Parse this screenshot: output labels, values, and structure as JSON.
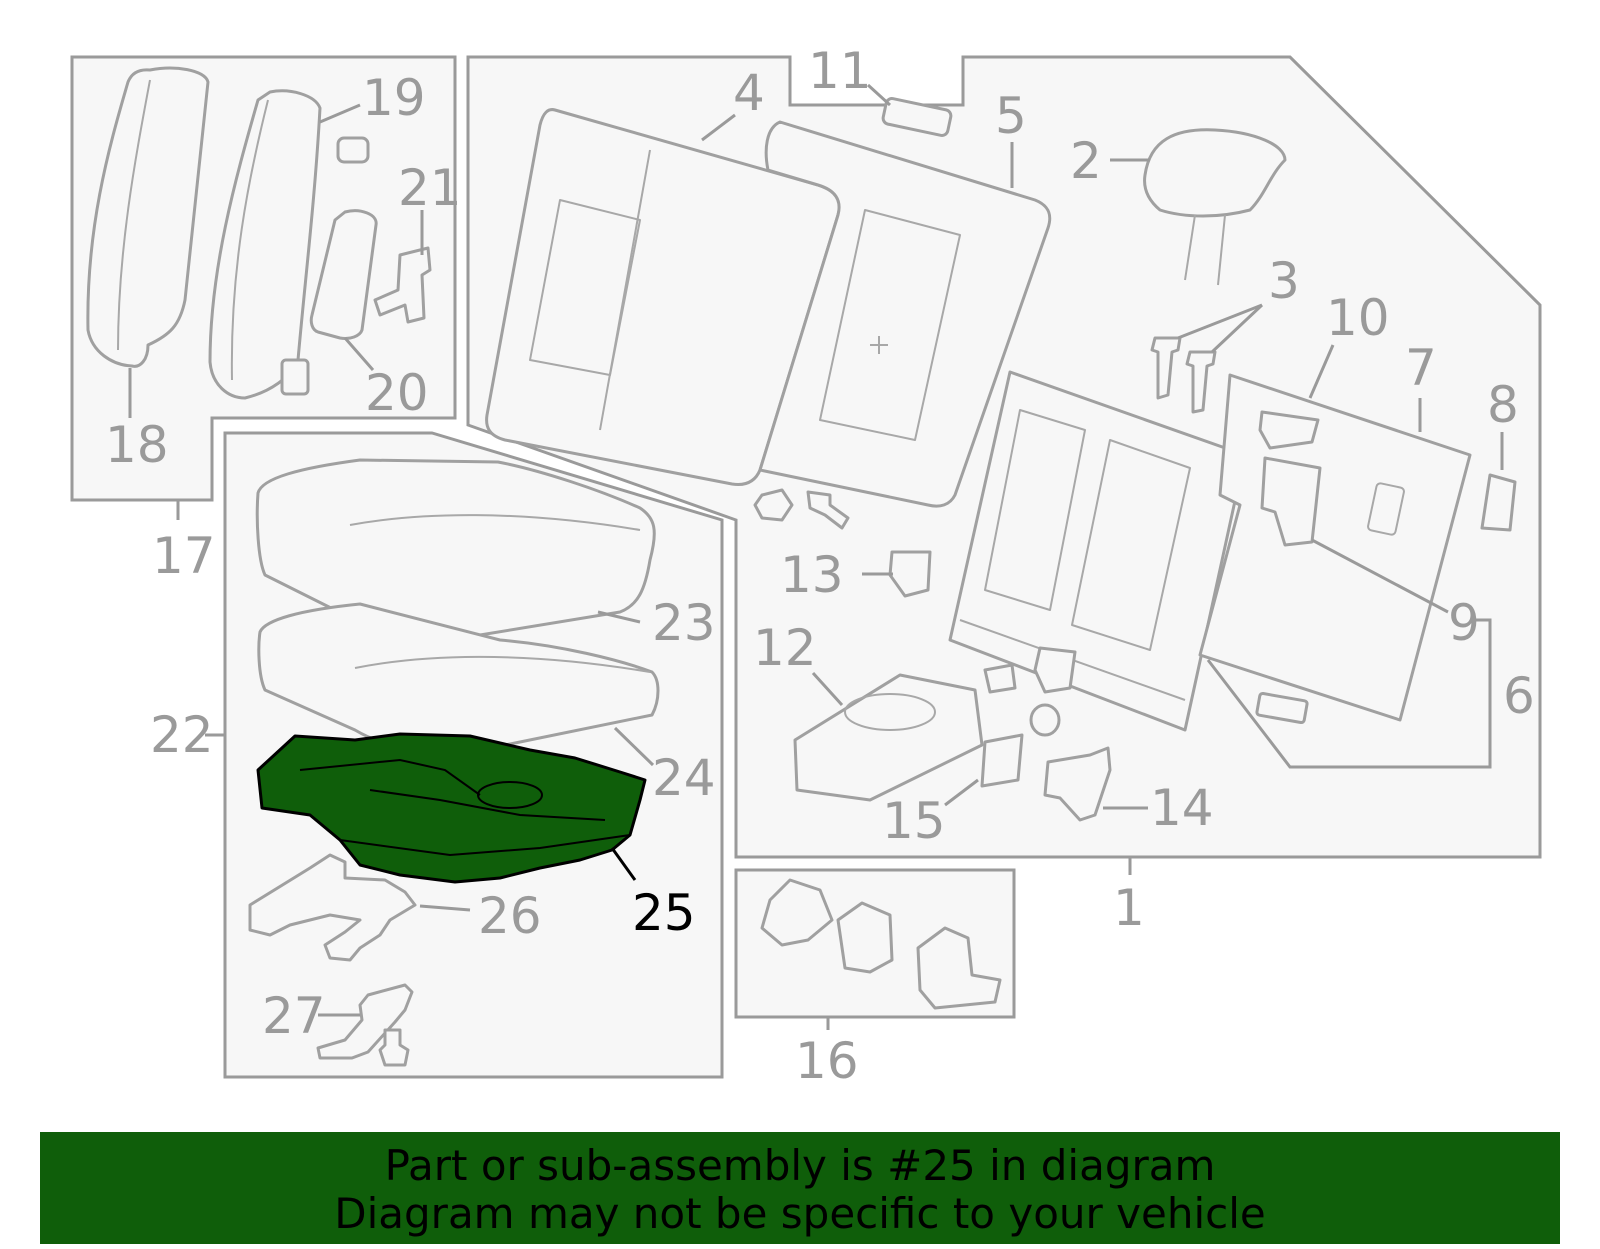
{
  "diagram": {
    "highlighted_part": "25",
    "highlight_color": "#0f5e0a",
    "callouts": [
      {
        "id": "c1",
        "label": "1"
      },
      {
        "id": "c2",
        "label": "2"
      },
      {
        "id": "c3",
        "label": "3"
      },
      {
        "id": "c4",
        "label": "4"
      },
      {
        "id": "c5",
        "label": "5"
      },
      {
        "id": "c6",
        "label": "6"
      },
      {
        "id": "c7",
        "label": "7"
      },
      {
        "id": "c8",
        "label": "8"
      },
      {
        "id": "c9",
        "label": "9"
      },
      {
        "id": "c10",
        "label": "10"
      },
      {
        "id": "c11",
        "label": "11"
      },
      {
        "id": "c12",
        "label": "12"
      },
      {
        "id": "c13",
        "label": "13"
      },
      {
        "id": "c14",
        "label": "14"
      },
      {
        "id": "c15",
        "label": "15"
      },
      {
        "id": "c16",
        "label": "16"
      },
      {
        "id": "c17",
        "label": "17"
      },
      {
        "id": "c18",
        "label": "18"
      },
      {
        "id": "c19",
        "label": "19"
      },
      {
        "id": "c20",
        "label": "20"
      },
      {
        "id": "c21",
        "label": "21"
      },
      {
        "id": "c22",
        "label": "22"
      },
      {
        "id": "c23",
        "label": "23"
      },
      {
        "id": "c24",
        "label": "24"
      },
      {
        "id": "c25",
        "label": "25"
      },
      {
        "id": "c26",
        "label": "26"
      },
      {
        "id": "c27",
        "label": "27"
      }
    ]
  },
  "banner": {
    "line1": "Part or sub-assembly is #25 in diagram",
    "line2": "Diagram may not be specific to your vehicle"
  }
}
